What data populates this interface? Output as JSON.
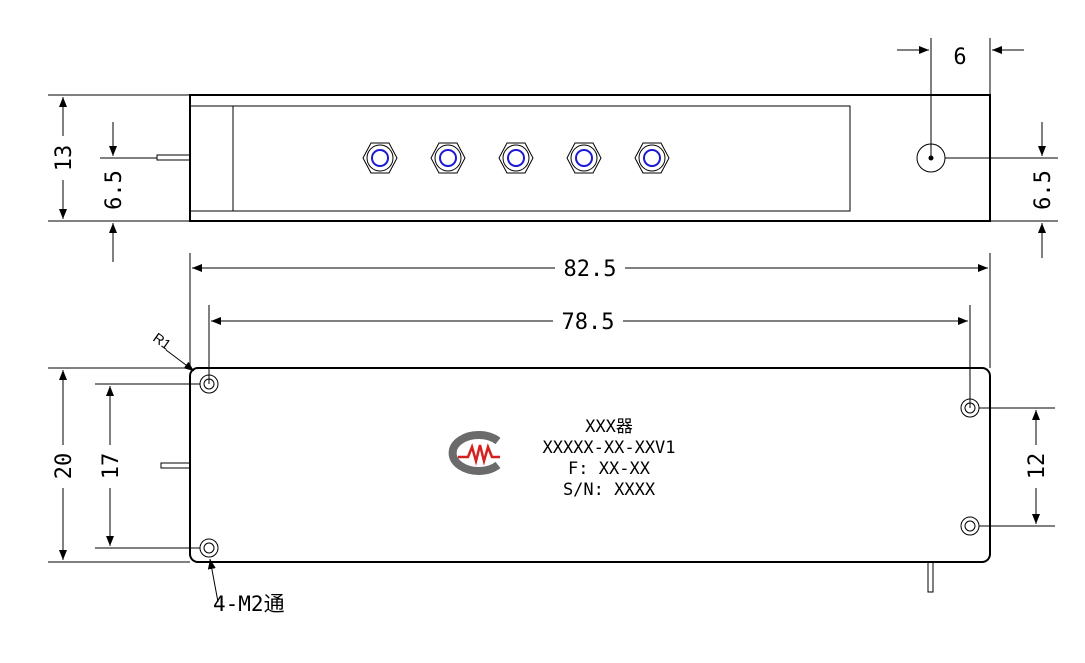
{
  "drawing": {
    "top_view": {
      "dimensions": {
        "height": "13",
        "left_port_offset": "6.5",
        "right_port_offset": "6.5",
        "right_hole_offset": "6"
      }
    },
    "bottom_view": {
      "dimensions": {
        "overall_length": "82.5",
        "hole_spacing_length": "78.5",
        "height": "20",
        "hole_spacing_height": "17",
        "right_hole_spacing": "12",
        "corner_radius": "R1",
        "mounting_holes": "4-M2通"
      },
      "label": {
        "product_name": "XXX器",
        "model": "XXXXX-XX-XXV1",
        "frequency": "F: XX-XX",
        "serial": "S/N: XXXX"
      }
    },
    "colors": {
      "logo_gray": "#6b6b6b",
      "logo_red": "#d62020",
      "connector_blue": "#1a1ad0"
    },
    "icons": [
      "company-logo-icon",
      "sma-connector-icon",
      "mounting-hole-icon"
    ]
  }
}
